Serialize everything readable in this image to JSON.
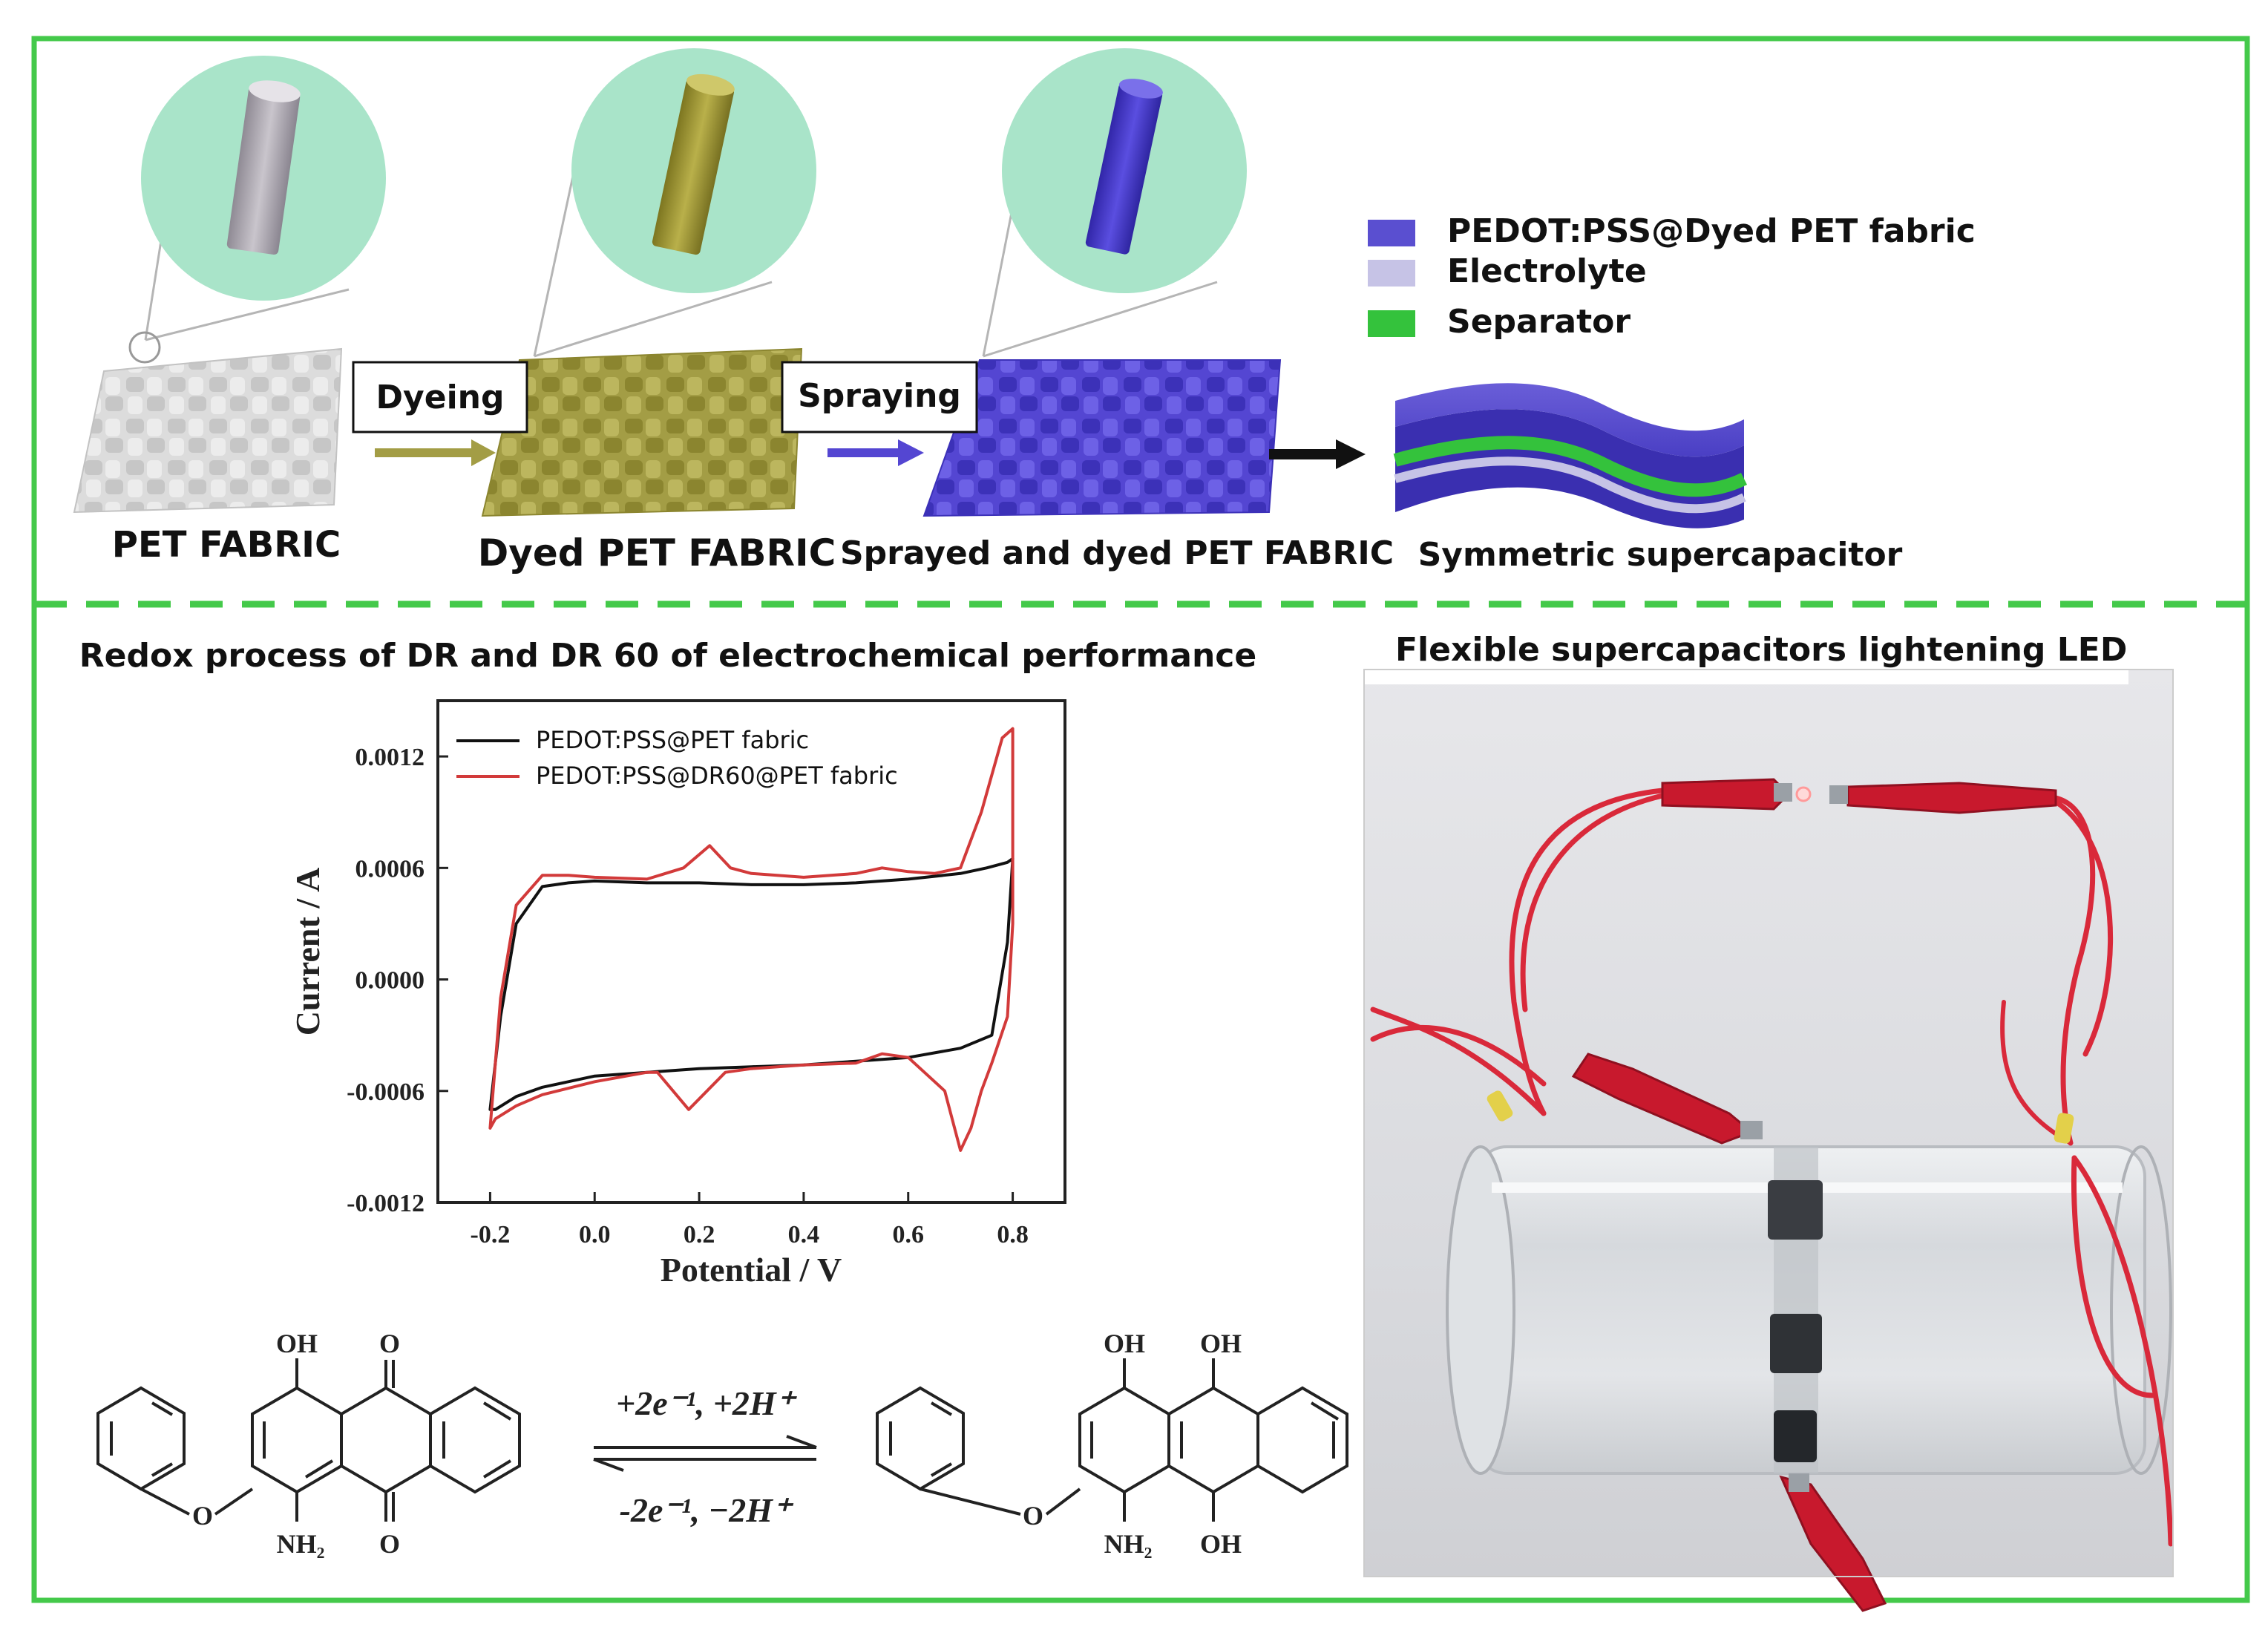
{
  "top": {
    "steps": [
      {
        "label": "PET FABRIC"
      },
      {
        "label": "Dyed PET FABRIC"
      },
      {
        "label": "Sprayed and dyed PET FABRIC"
      },
      {
        "label": "Symmetric supercapacitor"
      }
    ],
    "actions": {
      "dyeing": "Dyeing",
      "spraying": "Spraying"
    },
    "legend": [
      {
        "label": "PEDOT:PSS@Dyed PET fabric",
        "color": "#5a4fd0"
      },
      {
        "label": "Electrolyte",
        "color": "#c6c3e6"
      },
      {
        "label": "Separator",
        "color": "#34c23c"
      }
    ],
    "colors": {
      "fabric_plain": "#cfcfcf",
      "fabric_dyed": "#a8a24c",
      "fabric_sprayed": "#5546d6",
      "border": "#44c94a",
      "circle": "#a9e4c9"
    }
  },
  "left_panel": {
    "title": "Redox process of DR and DR 60 of electrochemical performance",
    "reaction": {
      "forward": "+2e⁻¹, +2H⁺",
      "reverse": "-2e⁻¹, −2H⁺",
      "left_molecule": {
        "oh": "OH",
        "o_top": "O",
        "o_bottom": "O",
        "o_ether": "O",
        "nh2": "NH₂"
      },
      "right_molecule": {
        "oh1": "OH",
        "oh2": "OH",
        "oh3": "OH",
        "o_ether": "O",
        "nh2": "NH₂"
      }
    }
  },
  "right_panel": {
    "title": "Flexible supercapacitors lightening LED"
  },
  "chart_data": {
    "type": "line",
    "xlabel": "Potential / V",
    "ylabel": "Current / A",
    "xlim": [
      -0.3,
      0.9
    ],
    "ylim": [
      -0.0012,
      0.0015
    ],
    "x_ticks": [
      -0.2,
      0.0,
      0.2,
      0.4,
      0.6,
      0.8
    ],
    "x_tick_labels": [
      "-0.2",
      "0.0",
      "0.2",
      "0.4",
      "0.6",
      "0.8"
    ],
    "y_ticks": [
      -0.0012,
      -0.0006,
      0.0,
      0.0006,
      0.0012
    ],
    "y_tick_labels": [
      "-0.0012",
      "-0.0006",
      "0.0000",
      "0.0006",
      "0.0012"
    ],
    "legend_position": "top-left",
    "series": [
      {
        "name": "PEDOT:PSS@PET fabric",
        "color": "#111111",
        "x": [
          -0.2,
          -0.18,
          -0.15,
          -0.1,
          -0.05,
          0.0,
          0.1,
          0.2,
          0.3,
          0.4,
          0.5,
          0.6,
          0.7,
          0.75,
          0.79,
          0.8,
          0.79,
          0.76,
          0.7,
          0.6,
          0.5,
          0.4,
          0.3,
          0.2,
          0.1,
          0.0,
          -0.1,
          -0.15,
          -0.19,
          -0.2
        ],
        "y": [
          -0.0007,
          -0.0002,
          0.0003,
          0.0005,
          0.00052,
          0.00053,
          0.00052,
          0.00052,
          0.00051,
          0.00051,
          0.00052,
          0.00054,
          0.00057,
          0.0006,
          0.00063,
          0.00065,
          0.0002,
          -0.0003,
          -0.00037,
          -0.00042,
          -0.00044,
          -0.00046,
          -0.00047,
          -0.00048,
          -0.0005,
          -0.00052,
          -0.00058,
          -0.00063,
          -0.0007,
          -0.0007
        ]
      },
      {
        "name": "PEDOT:PSS@DR60@PET fabric",
        "color": "#d23a3a",
        "x": [
          -0.2,
          -0.18,
          -0.15,
          -0.1,
          -0.05,
          0.0,
          0.1,
          0.17,
          0.22,
          0.26,
          0.3,
          0.4,
          0.5,
          0.55,
          0.6,
          0.65,
          0.7,
          0.74,
          0.78,
          0.8,
          0.8,
          0.79,
          0.76,
          0.74,
          0.72,
          0.7,
          0.67,
          0.6,
          0.55,
          0.5,
          0.4,
          0.3,
          0.25,
          0.18,
          0.12,
          0.1,
          0.0,
          -0.1,
          -0.15,
          -0.19,
          -0.2
        ],
        "y": [
          -0.0008,
          -0.0001,
          0.0004,
          0.00056,
          0.00056,
          0.00055,
          0.00054,
          0.0006,
          0.00072,
          0.0006,
          0.00057,
          0.00055,
          0.00057,
          0.0006,
          0.00058,
          0.00057,
          0.0006,
          0.0009,
          0.0013,
          0.00135,
          0.0003,
          -0.0002,
          -0.00045,
          -0.0006,
          -0.0008,
          -0.00092,
          -0.0006,
          -0.00042,
          -0.0004,
          -0.00045,
          -0.00046,
          -0.00048,
          -0.0005,
          -0.0007,
          -0.0005,
          -0.0005,
          -0.00055,
          -0.00062,
          -0.00068,
          -0.00075,
          -0.0008
        ]
      }
    ]
  }
}
